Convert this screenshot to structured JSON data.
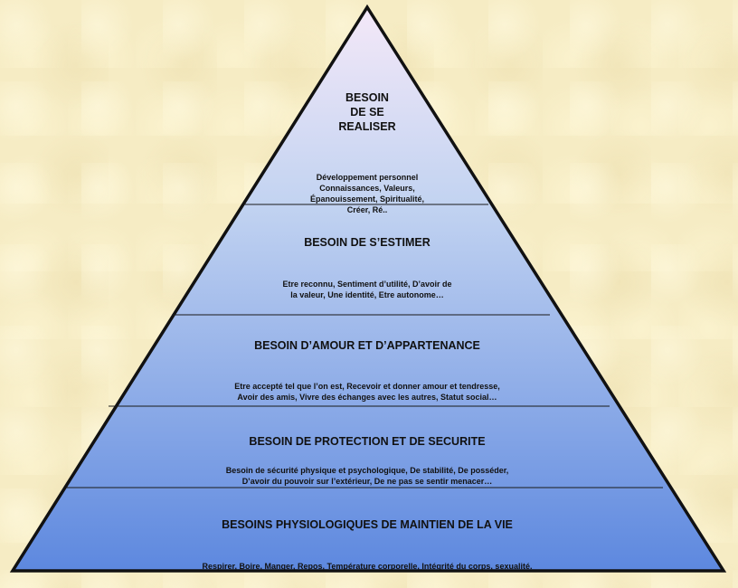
{
  "pyramid": {
    "levels": [
      {
        "title": "BESOIN\nDE SE\nREALISER",
        "description": "Développement  personnel\nConnaissances, Valeurs,\nÉpanouissement, Spiritualité,\nCréer, Ré.."
      },
      {
        "title": "BESOIN DE S’ESTIMER",
        "description": "Etre reconnu, Sentiment d’utilité, D’avoir de\nla valeur, Une identité, Etre autonome…"
      },
      {
        "title": "BESOIN D’AMOUR  ET D’APPARTENANCE",
        "description": "Etre accepté tel que l’on est, Recevoir et donner amour et      tendresse,\nAvoir des amis, Vivre des échanges avec les autres, Statut social…"
      },
      {
        "title": "BESOIN DE PROTECTION ET DE SECURITE",
        "description": "Besoin de sécurité physique et psychologique, De stabilité, De posséder,\nD’avoir du pouvoir sur l’extérieur, De ne pas se sentir menacer…"
      },
      {
        "title": "BESOINS PHYSIOLOGIQUES DE MAINTIEN DE LA VIE",
        "description": "Respirer, Boire, Manger, Repos, Température corporelle, Intégrité du corps, sexualité."
      }
    ],
    "colors": {
      "apex": "#f4e8f8",
      "mid": "#c2d3f1",
      "base": "#5d88df",
      "outline": "#111111",
      "divider": "#1a1a1a",
      "background": "#f6ecc4"
    }
  }
}
